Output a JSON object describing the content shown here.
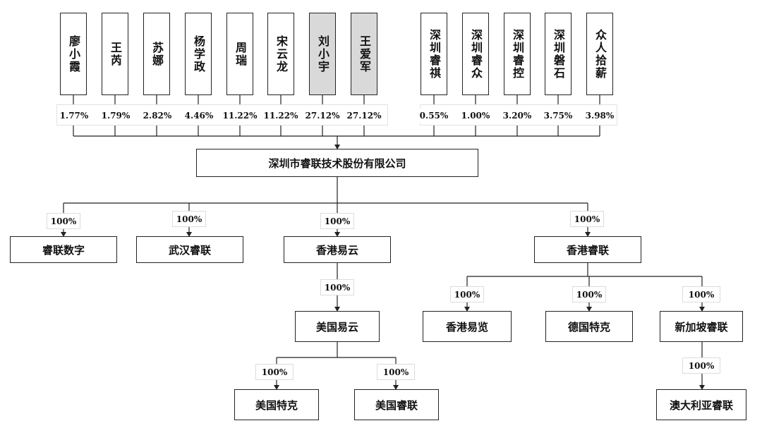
{
  "shareholders": [
    {
      "name": "廖小霞",
      "pct": "1.77%",
      "shaded": false
    },
    {
      "name": "王芮",
      "pct": "1.79%",
      "shaded": false
    },
    {
      "name": "苏娜",
      "pct": "2.82%",
      "shaded": false
    },
    {
      "name": "杨学政",
      "pct": "4.46%",
      "shaded": false
    },
    {
      "name": "周瑞",
      "pct": "11.22%",
      "shaded": false
    },
    {
      "name": "宋云龙",
      "pct": "11.22%",
      "shaded": false
    },
    {
      "name": "刘小宇",
      "pct": "27.12%",
      "shaded": true
    },
    {
      "name": "王爱军",
      "pct": "27.12%",
      "shaded": true
    },
    {
      "name": "深圳睿祺",
      "pct": "0.55%",
      "shaded": false
    },
    {
      "name": "深圳睿众",
      "pct": "1.00%",
      "shaded": false
    },
    {
      "name": "深圳睿控",
      "pct": "3.20%",
      "shaded": false
    },
    {
      "name": "深圳磐石",
      "pct": "3.75%",
      "shaded": false
    },
    {
      "name": "众人拾薪",
      "pct": "3.98%",
      "shaded": false
    }
  ],
  "company": "深圳市睿联技术股份有限公司",
  "subsidiaries": {
    "ruilian_digital": {
      "name": "睿联数字",
      "pct": "100%"
    },
    "wuhan": {
      "name": "武汉睿联",
      "pct": "100%"
    },
    "hk_yiyun": {
      "name": "香港易云",
      "pct": "100%"
    },
    "hk_ruilian": {
      "name": "香港睿联",
      "pct": "100%"
    },
    "us_yiyun": {
      "name": "美国易云",
      "pct": "100%"
    },
    "us_teke": {
      "name": "美国特克",
      "pct": "100%"
    },
    "us_ruilian": {
      "name": "美国睿联",
      "pct": "100%"
    },
    "hk_yilan": {
      "name": "香港易览",
      "pct": "100%"
    },
    "de_teke": {
      "name": "德国特克",
      "pct": "100%"
    },
    "sg_ruilian": {
      "name": "新加坡睿联",
      "pct": "100%"
    },
    "au_ruilian": {
      "name": "澳大利亚睿联",
      "pct": "100%"
    }
  }
}
